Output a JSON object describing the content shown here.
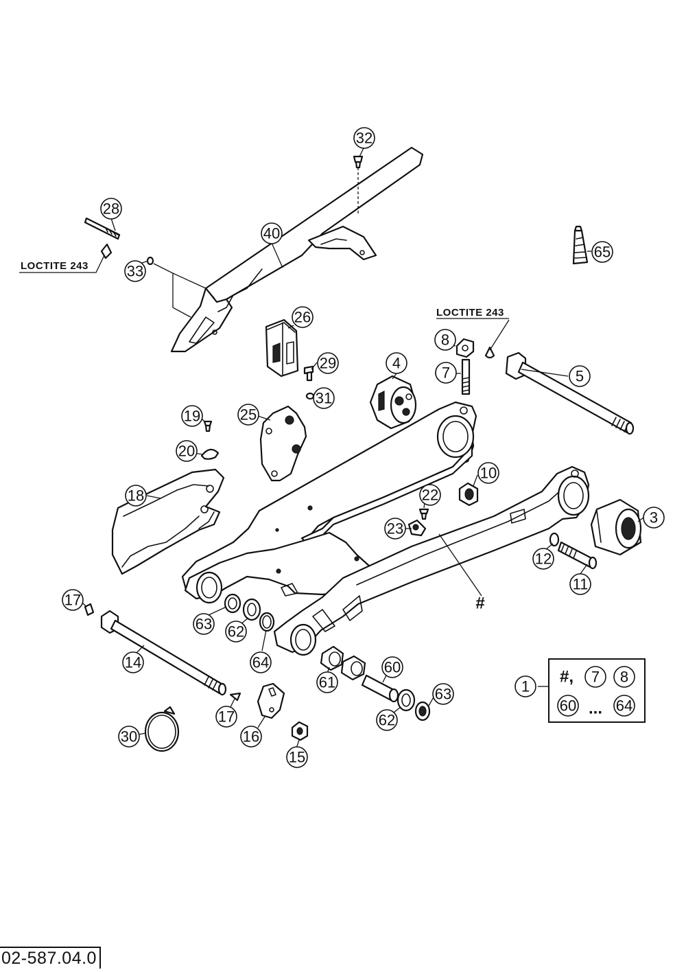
{
  "diagram": {
    "notes": {
      "loctite_left": "LOCTITE 243",
      "loctite_right": "LOCTITE 243"
    },
    "frame_marker": "#",
    "callouts": [
      {
        "id": "c32",
        "n": "32"
      },
      {
        "id": "c28",
        "n": "28"
      },
      {
        "id": "c40",
        "n": "40"
      },
      {
        "id": "c33",
        "n": "33"
      },
      {
        "id": "c65",
        "n": "65"
      },
      {
        "id": "c26",
        "n": "26"
      },
      {
        "id": "c8",
        "n": "8"
      },
      {
        "id": "c29",
        "n": "29"
      },
      {
        "id": "c4",
        "n": "4"
      },
      {
        "id": "c7",
        "n": "7"
      },
      {
        "id": "c5",
        "n": "5"
      },
      {
        "id": "c31",
        "n": "31"
      },
      {
        "id": "c19",
        "n": "19"
      },
      {
        "id": "c25",
        "n": "25"
      },
      {
        "id": "c20",
        "n": "20"
      },
      {
        "id": "c10",
        "n": "10"
      },
      {
        "id": "c18",
        "n": "18"
      },
      {
        "id": "c22",
        "n": "22"
      },
      {
        "id": "c3",
        "n": "3"
      },
      {
        "id": "c23",
        "n": "23"
      },
      {
        "id": "c12",
        "n": "12"
      },
      {
        "id": "c11",
        "n": "11"
      },
      {
        "id": "c17a",
        "n": "17"
      },
      {
        "id": "c63a",
        "n": "63"
      },
      {
        "id": "c62a",
        "n": "62"
      },
      {
        "id": "c64a",
        "n": "64"
      },
      {
        "id": "c14",
        "n": "14"
      },
      {
        "id": "c60a",
        "n": "60"
      },
      {
        "id": "c61",
        "n": "61"
      },
      {
        "id": "c63b",
        "n": "63"
      },
      {
        "id": "c62b",
        "n": "62"
      },
      {
        "id": "c17b",
        "n": "17"
      },
      {
        "id": "c16",
        "n": "16"
      },
      {
        "id": "c15",
        "n": "15"
      },
      {
        "id": "c30",
        "n": "30"
      },
      {
        "id": "c1",
        "n": "1"
      }
    ],
    "kit_box": {
      "row1_prefix": "#,",
      "row1_items": [
        "7",
        "8"
      ],
      "row2_first": "60",
      "row2_ellipsis": "...",
      "row2_last": "64"
    },
    "drawing_code": "02-587.04.0"
  }
}
